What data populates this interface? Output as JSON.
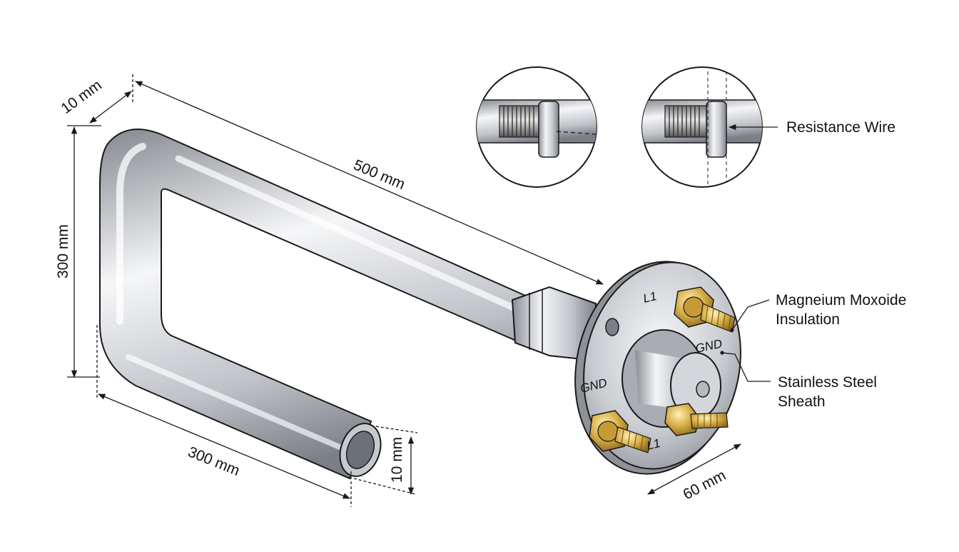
{
  "dimensions": {
    "tube_diameter_top": "10 mm",
    "top_length": "500 mm",
    "height": "300 mm",
    "bottom_length": "300 mm",
    "tube_diameter_end": "10 mm",
    "flange_diameter": "60 mm"
  },
  "callouts": {
    "resistance_wire": "Resistance Wire",
    "insulation_line1": "Magneium Moxoide",
    "insulation_line2": "Insulation",
    "sheath_line1": "Stainless Steel",
    "sheath_line2": "Sheath"
  },
  "terminals": {
    "top_right": "L1",
    "right": "GND",
    "left": "GND",
    "bottom": "L1"
  },
  "colors": {
    "steel_light": "#f2f3f5",
    "steel_mid": "#b9bcc2",
    "steel_dark": "#6f737a",
    "brass": "#d8b04a",
    "line": "#1a1a1a"
  }
}
